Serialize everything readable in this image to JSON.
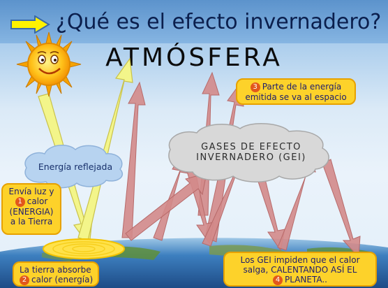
{
  "title": "¿Qué es el efecto invernadero?",
  "atmosphere_label": "ATMÓSFERA",
  "reflected_energy_label": "Energía reflejada",
  "ghg_label_line1": "GASES DE EFECTO",
  "ghg_label_line2": "INVERNADERO (GEI)",
  "step1": {
    "number": "1",
    "line1": "Envía luz y",
    "line2": "calor",
    "line3": "(ENERGIA)",
    "line4": "a la Tierra"
  },
  "step2": {
    "number": "2",
    "line1": "La tierra absorbe",
    "line2": "calor (energía)"
  },
  "step3": {
    "number": "3",
    "line1": "Parte de la energía",
    "line2": "emitida se va al espacio"
  },
  "step4": {
    "number": "4",
    "line1": "Los GEI impiden que el calor",
    "line2": "salga, CALENTANDO ASÍ EL",
    "line3": "PLANETA.."
  },
  "colors": {
    "title_bar": "#5c93cc",
    "incoming_light_arrow": "#f3f58a",
    "heat_arrow": "#d38a8a",
    "note_fill": "#fdd22a",
    "number_badge": "#e2571b"
  },
  "icons": [
    "right-arrow-icon",
    "sun-icon",
    "cloud-icon",
    "earth-icon"
  ]
}
